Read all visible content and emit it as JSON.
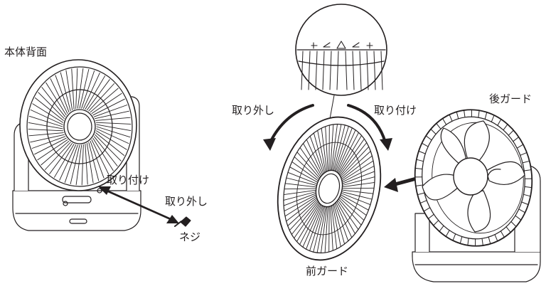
{
  "labels": {
    "rear_body": "本体背面",
    "attach_screw": "取り付け",
    "remove_screw": "取り外し",
    "screw": "ネジ",
    "remove_guard": "取り外し",
    "attach_guard": "取り付け",
    "rear_guard": "後ガード",
    "front_guard": "前ガード"
  },
  "colors": {
    "line": "#231f20",
    "background": "#ffffff"
  }
}
